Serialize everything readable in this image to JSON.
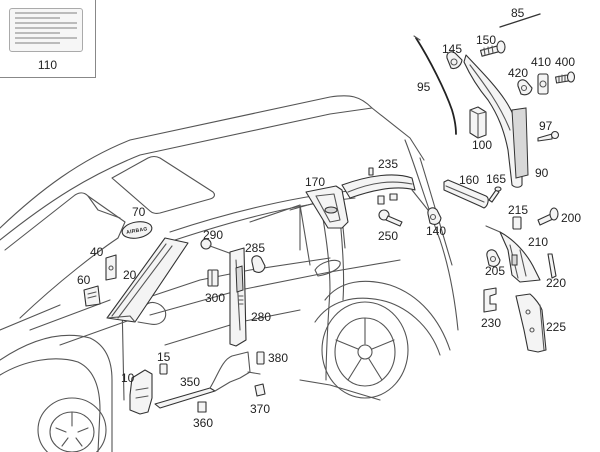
{
  "diagram": {
    "title": "Interior trim panels - pillars, sill covers and fasteners (exploded view)",
    "label_inset": {
      "part_number": "110"
    },
    "airbag_badge_text": "AIRBAG",
    "callouts": [
      {
        "id": "10",
        "part": "lower-a-pillar-kick-panel"
      },
      {
        "id": "15",
        "part": "clip"
      },
      {
        "id": "20",
        "part": "a-pillar-trim"
      },
      {
        "id": "40",
        "part": "clip"
      },
      {
        "id": "60",
        "part": "clip"
      },
      {
        "id": "70",
        "part": "airbag-emblem"
      },
      {
        "id": "85",
        "part": "d-pillar-trim-assembly"
      },
      {
        "id": "90",
        "part": "d-pillar-trim"
      },
      {
        "id": "95",
        "part": "seal-strip"
      },
      {
        "id": "97",
        "part": "screw"
      },
      {
        "id": "100",
        "part": "foam-block"
      },
      {
        "id": "110",
        "part": "information-label"
      },
      {
        "id": "140",
        "part": "clip-nut"
      },
      {
        "id": "145",
        "part": "clip-nut"
      },
      {
        "id": "150",
        "part": "screw"
      },
      {
        "id": "160",
        "part": "trim-strip"
      },
      {
        "id": "165",
        "part": "expanding-rivet"
      },
      {
        "id": "170",
        "part": "c-pillar-upper-trim"
      },
      {
        "id": "200",
        "part": "screw"
      },
      {
        "id": "205",
        "part": "clip-nut"
      },
      {
        "id": "210",
        "part": "c-pillar-lower-trim"
      },
      {
        "id": "215",
        "part": "clip"
      },
      {
        "id": "220",
        "part": "cover-strip"
      },
      {
        "id": "225",
        "part": "quarter-trim-panel"
      },
      {
        "id": "230",
        "part": "bracket"
      },
      {
        "id": "235",
        "part": "roof-frame-trim"
      },
      {
        "id": "250",
        "part": "screw"
      },
      {
        "id": "280",
        "part": "b-pillar-trim"
      },
      {
        "id": "285",
        "part": "clip-nut"
      },
      {
        "id": "290",
        "part": "screw"
      },
      {
        "id": "300",
        "part": "clip"
      },
      {
        "id": "350",
        "part": "sill-trim-strip"
      },
      {
        "id": "360",
        "part": "clip"
      },
      {
        "id": "370",
        "part": "clip"
      },
      {
        "id": "380",
        "part": "clip"
      },
      {
        "id": "400",
        "part": "screw"
      },
      {
        "id": "410",
        "part": "nut-plate"
      },
      {
        "id": "420",
        "part": "clip-nut"
      }
    ]
  }
}
